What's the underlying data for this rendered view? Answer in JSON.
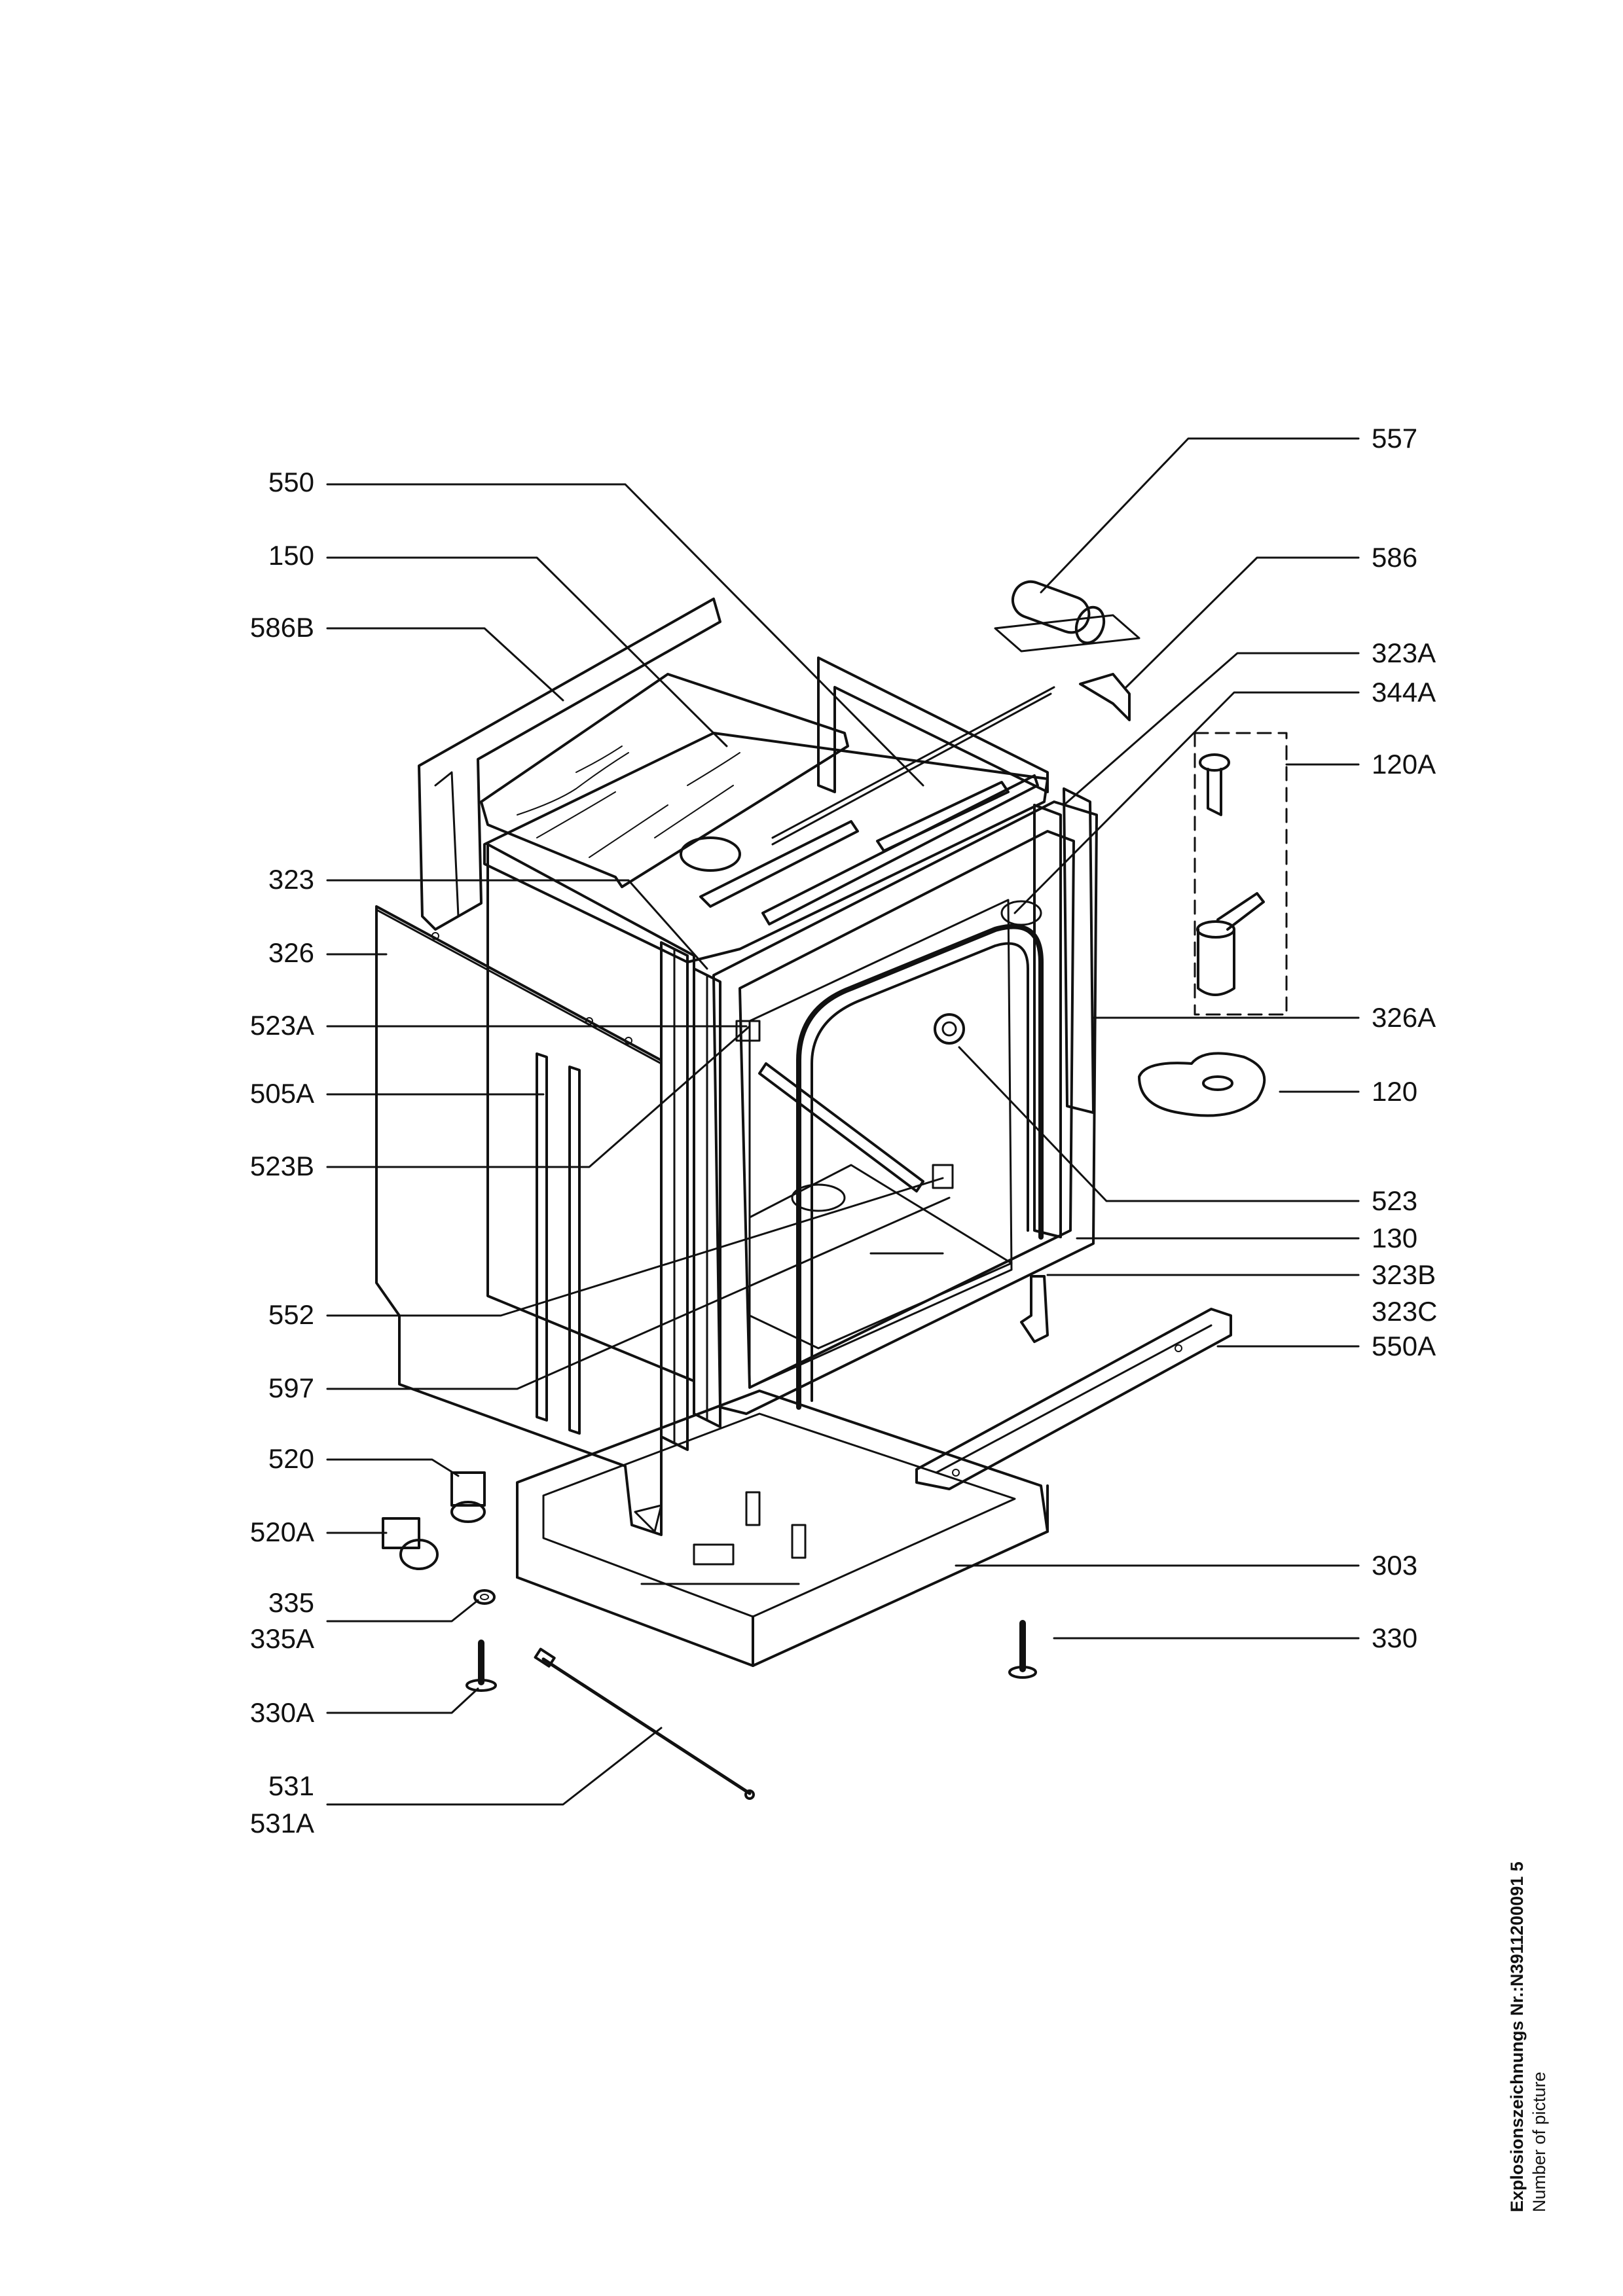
{
  "labels_left": [
    {
      "id": "550",
      "text": "550"
    },
    {
      "id": "150",
      "text": "150"
    },
    {
      "id": "586B",
      "text": "586B"
    },
    {
      "id": "323",
      "text": "323"
    },
    {
      "id": "326",
      "text": "326"
    },
    {
      "id": "523A",
      "text": "523A"
    },
    {
      "id": "505A",
      "text": "505A"
    },
    {
      "id": "523B",
      "text": "523B"
    },
    {
      "id": "552",
      "text": "552"
    },
    {
      "id": "597",
      "text": "597"
    },
    {
      "id": "520",
      "text": "520"
    },
    {
      "id": "520A",
      "text": "520A"
    },
    {
      "id": "335",
      "text": "335"
    },
    {
      "id": "335A",
      "text": "335A"
    },
    {
      "id": "330A",
      "text": "330A"
    },
    {
      "id": "531",
      "text": "531"
    },
    {
      "id": "531A",
      "text": "531A"
    }
  ],
  "labels_right": [
    {
      "id": "557",
      "text": "557"
    },
    {
      "id": "586",
      "text": "586"
    },
    {
      "id": "323A",
      "text": "323A"
    },
    {
      "id": "344A",
      "text": "344A"
    },
    {
      "id": "120A",
      "text": "120A"
    },
    {
      "id": "326A",
      "text": "326A"
    },
    {
      "id": "120",
      "text": "120"
    },
    {
      "id": "523",
      "text": "523"
    },
    {
      "id": "130",
      "text": "130"
    },
    {
      "id": "323B",
      "text": "323B"
    },
    {
      "id": "323C",
      "text": "323C"
    },
    {
      "id": "550A",
      "text": "550A"
    },
    {
      "id": "303",
      "text": "303"
    },
    {
      "id": "330",
      "text": "330"
    }
  ],
  "footer": {
    "line1": "Explosionszeichnungs Nr.:N3911200091 5",
    "line2": "Number of picture"
  }
}
